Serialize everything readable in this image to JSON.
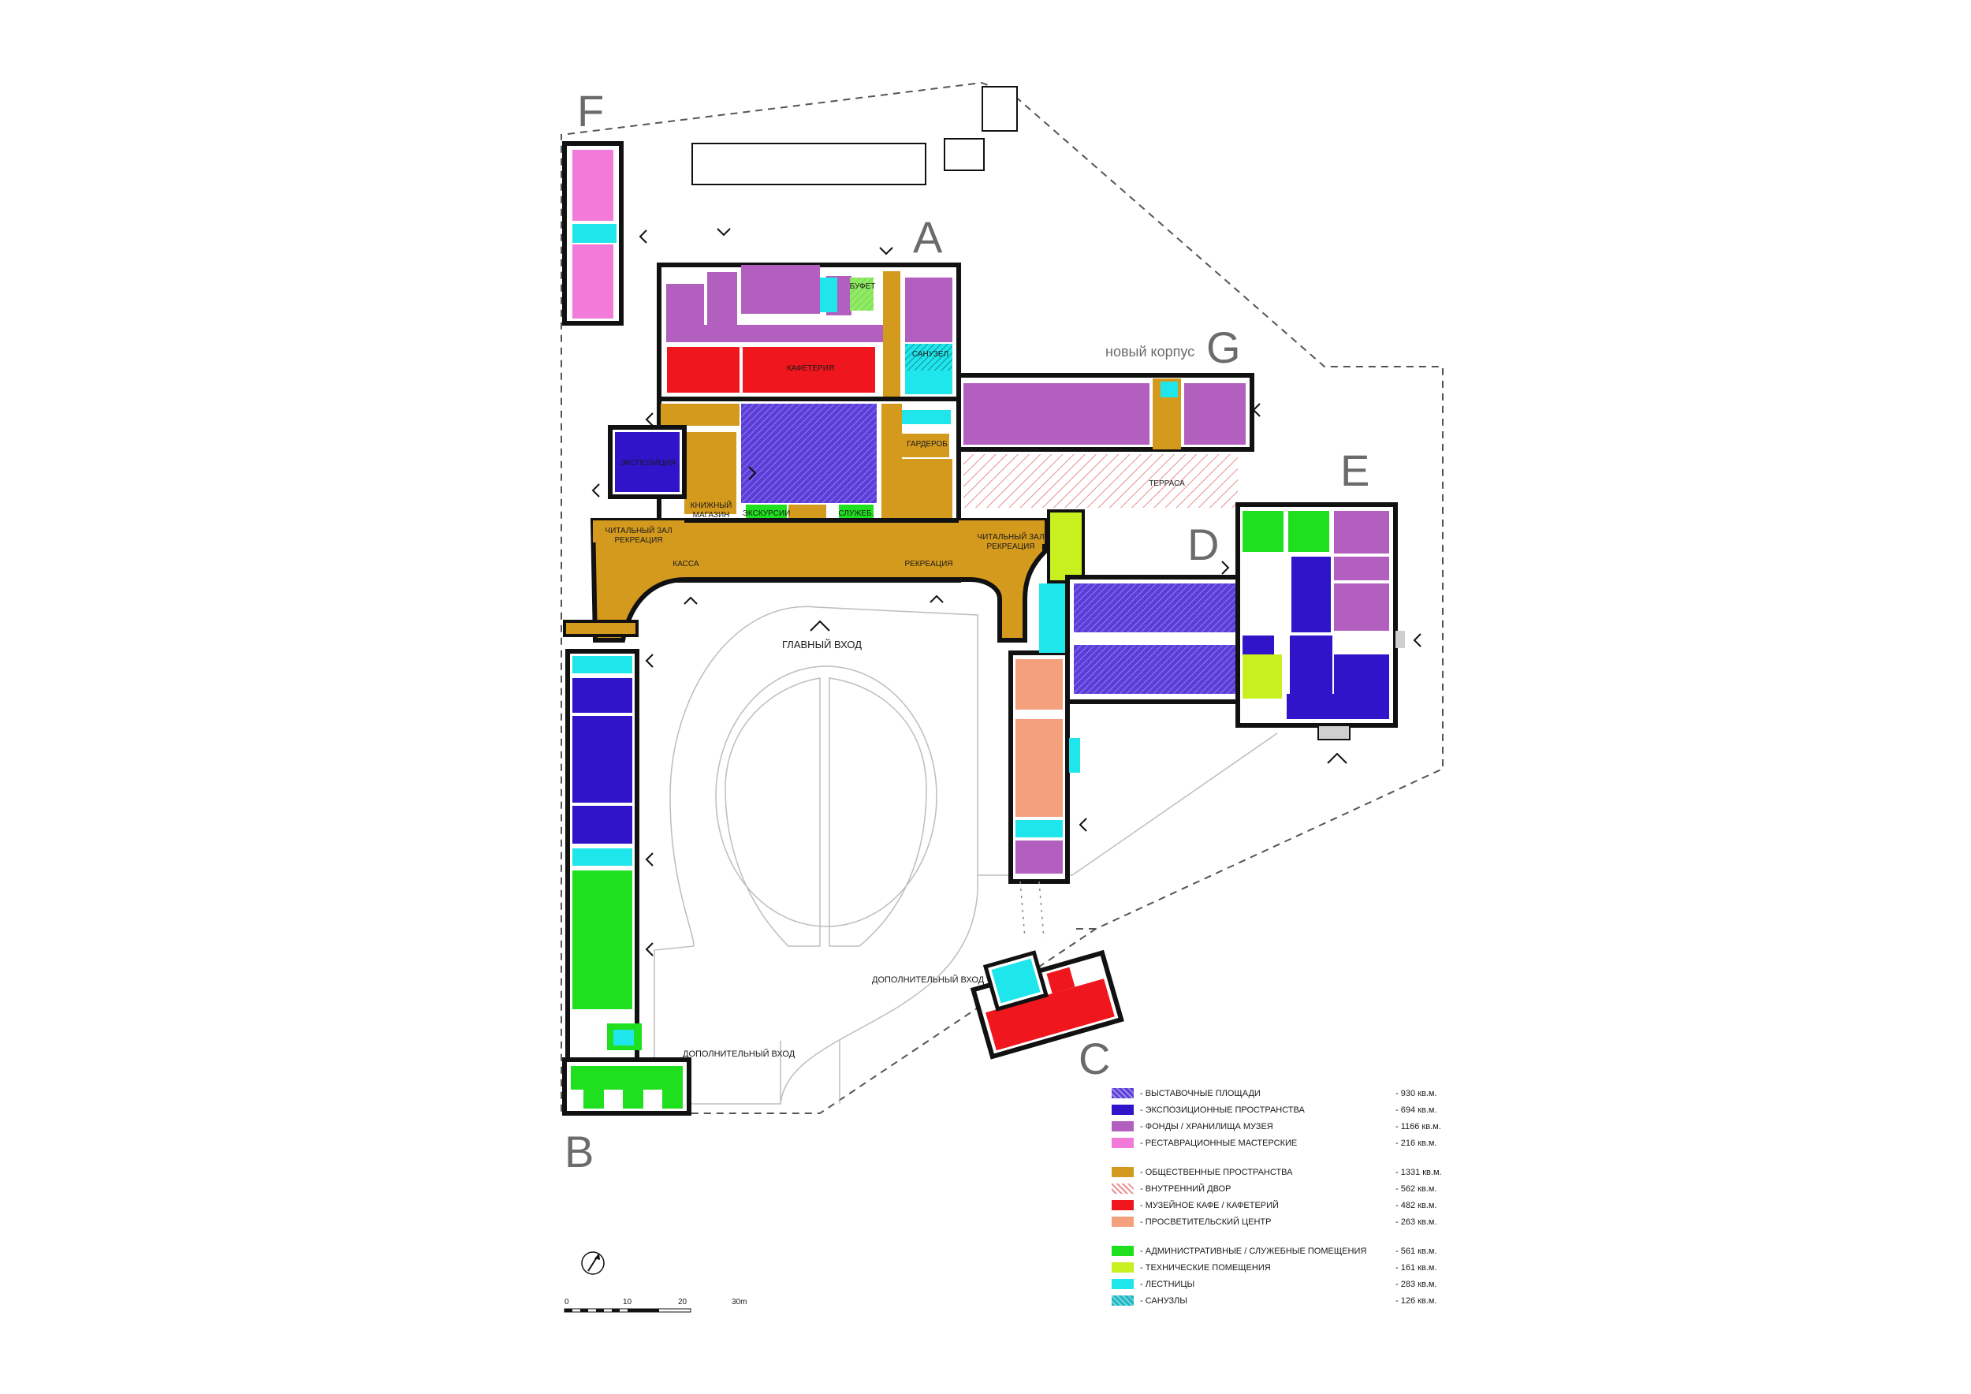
{
  "colors": {
    "exhibition_hatch": "#5b3ed8",
    "exposition": "#2f14c9",
    "storage": "#b35fbf",
    "restoration": "#f27ad9",
    "public": "#d49a1e",
    "courtyard_hatch": "#e89090",
    "cafe": "#f0161e",
    "education": "#f4a07c",
    "admin": "#1fe01f",
    "technical": "#c8ef1e",
    "stairs": "#1fe6ea",
    "wc_hatch": "#1ab7c2"
  },
  "block_letters": [
    "A",
    "B",
    "C",
    "D",
    "E",
    "F",
    "G"
  ],
  "texts": {
    "new_building": "новый корпус",
    "main_entrance": "ГЛАВНЫЙ ВХОД",
    "extra_entrance_c": "ДОПОЛНИТЕЛЬНЫЙ ВХОД",
    "extra_entrance_b": "ДОПОЛНИТЕЛЬНЫЙ ВХОД"
  },
  "room_labels": {
    "exposition": "ЭКСПОЗИЦИЯ",
    "bookshop_1": "КНИЖНЫЙ",
    "bookshop_2": "МАГАЗИН",
    "reading_left_1": "ЧИТАЛЬНЫЙ ЗАЛ",
    "reading_left_2": "РЕКРЕАЦИЯ",
    "reading_right_1": "ЧИТАЛЬНЫЙ ЗАЛ",
    "reading_right_2": "РЕКРЕАЦИЯ",
    "cashier": "КАССА",
    "recreation": "РЕКРЕАЦИЯ",
    "wardrobe": "ГАРДЕРОБ",
    "toilets": "САНУЗЕЛ",
    "cafeteria": "КАФЕТЕРИЯ",
    "terrace": "ТЕРРАСА",
    "excursion": "ЭКСКУРСИИ",
    "service": "СЛУЖЕБ.",
    "buffet": "БУФЕТ"
  },
  "legend": [
    {
      "label": "- ВЫСТАВОЧНЫЕ ПЛОЩАДИ",
      "area": "- 930 кв.м.",
      "color": "#5b3ed8",
      "pattern": "hatch"
    },
    {
      "label": "- ЭКСПОЗИЦИОННЫЕ ПРОСТРАНСТВА",
      "area": "- 694 кв.м.",
      "color": "#2f14c9",
      "pattern": "solid"
    },
    {
      "label": "- ФОНДЫ / ХРАНИЛИЩА МУЗЕЯ",
      "area": "- 1166 кв.м.",
      "color": "#b35fbf",
      "pattern": "solid"
    },
    {
      "label": "- РЕСТАВРАЦИОННЫЕ МАСТЕРСКИЕ",
      "area": "- 216 кв.м.",
      "color": "#f27ad9",
      "pattern": "solid"
    },
    {
      "label": "- ОБЩЕСТВЕННЫЕ ПРОСТРАНСТВА",
      "area": "- 1331 кв.м.",
      "color": "#d49a1e",
      "pattern": "solid",
      "gap": true
    },
    {
      "label": "- ВНУТРЕННИЙ ДВОР",
      "area": "- 562 кв.м.",
      "color": "#e89090",
      "pattern": "hatch-light"
    },
    {
      "label": "- МУЗЕЙНОЕ КАФЕ / КАФЕТЕРИЙ",
      "area": "- 482 кв.м.",
      "color": "#f0161e",
      "pattern": "solid"
    },
    {
      "label": "- ПРОСВЕТИТЕЛЬСКИЙ ЦЕНТР",
      "area": "- 263 кв.м.",
      "color": "#f4a07c",
      "pattern": "solid"
    },
    {
      "label": "- АДМИНИСТРАТИВНЫЕ / СЛУЖЕБНЫЕ ПОМЕЩЕНИЯ",
      "area": "- 561 кв.м.",
      "color": "#1fe01f",
      "pattern": "solid",
      "gap": true
    },
    {
      "label": "- ТЕХНИЧЕСКИЕ ПОМЕЩЕНИЯ",
      "area": "- 161 кв.м.",
      "color": "#c8ef1e",
      "pattern": "solid"
    },
    {
      "label": "- ЛЕСТНИЦЫ",
      "area": "- 283 кв.м.",
      "color": "#1fe6ea",
      "pattern": "solid"
    },
    {
      "label": "- САНУЗЛЫ",
      "area": "- 126 кв.м.",
      "color": "#1ab7c2",
      "pattern": "hatch"
    }
  ],
  "scale_bar": {
    "labels": [
      "0",
      "10",
      "20",
      "30m"
    ]
  },
  "icons": {
    "compass": "north-arrow-icon",
    "entry": "chevron-entry-icon"
  }
}
